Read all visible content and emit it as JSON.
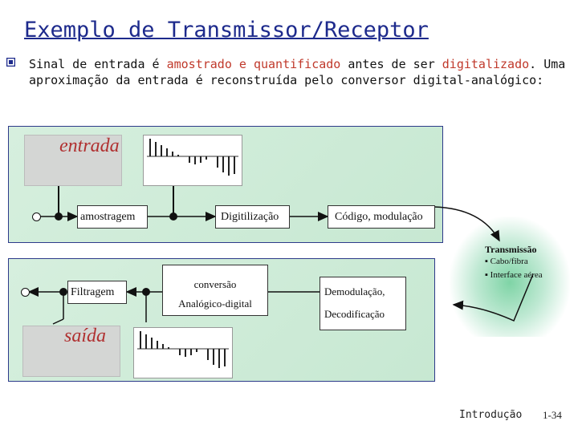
{
  "title": "Exemplo de Transmissor/Receptor",
  "intro": {
    "part1": "Sinal de entrada é ",
    "highlight1": "amostrado e quantificado",
    "part2": " antes de ser ",
    "highlight2": "digitalizado",
    "part3": ". Uma aproximação da entrada é reconstruída pelo conversor digital-analógico:"
  },
  "transmitter": {
    "input_label": "entrada",
    "stages": [
      "amostragem",
      "Digitilização",
      "Código, modulação"
    ]
  },
  "channel": {
    "title": "Transmissão",
    "items": [
      "Cabo/fibra",
      "Interface aérea"
    ]
  },
  "receiver": {
    "output_label": "saída",
    "filter": "Filtragem",
    "converter_top": "conversão",
    "converter_bottom": "Analógico-digital",
    "demod_line1": "Demodulação,",
    "demod_line2": "Decodificação"
  },
  "footer": {
    "section": "Introdução",
    "page": "1-34"
  },
  "colors": {
    "title": "#1d2a8c",
    "highlight": "#c0392b",
    "panel_bg": "#c7e8d2",
    "panel_border": "#2d3a8a"
  }
}
